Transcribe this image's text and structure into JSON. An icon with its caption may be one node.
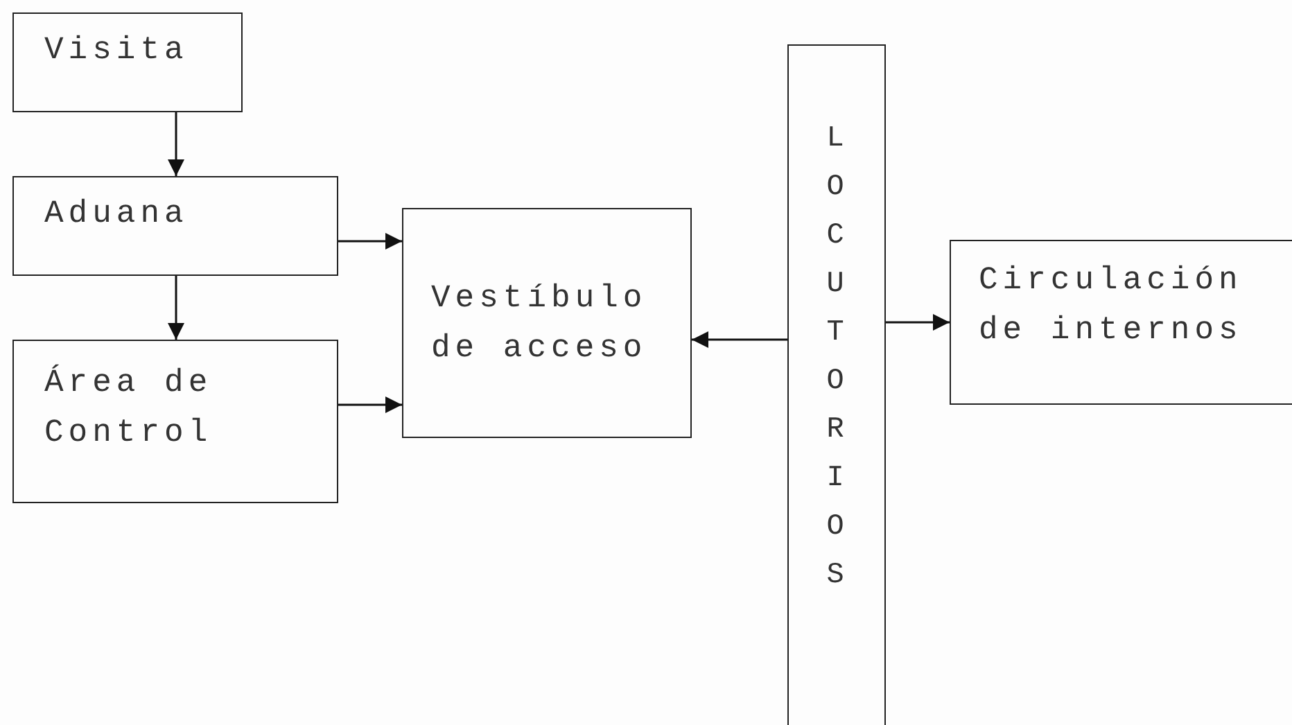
{
  "diagram": {
    "nodes": [
      {
        "text": [
          "Visita"
        ]
      },
      {
        "text": [
          "Aduana"
        ]
      },
      {
        "text": [
          "Área de Control"
        ]
      },
      {
        "text": [
          "Vestíbulo de acceso"
        ]
      },
      {
        "text": [
          "LOCUTORIOS"
        ]
      },
      {
        "text": [
          "Circulación de internos"
        ]
      }
    ],
    "edges": [
      {
        "from": 0,
        "to": 1,
        "arrow": "to"
      },
      {
        "from": 1,
        "to": 2,
        "arrow": "to"
      },
      {
        "from": 1,
        "to": 3,
        "arrow": "to"
      },
      {
        "from": 2,
        "to": 3,
        "arrow": "to"
      },
      {
        "from": 4,
        "to": 3,
        "arrow": "to"
      },
      {
        "from": 4,
        "to": 5,
        "arrow": "to"
      }
    ]
  }
}
